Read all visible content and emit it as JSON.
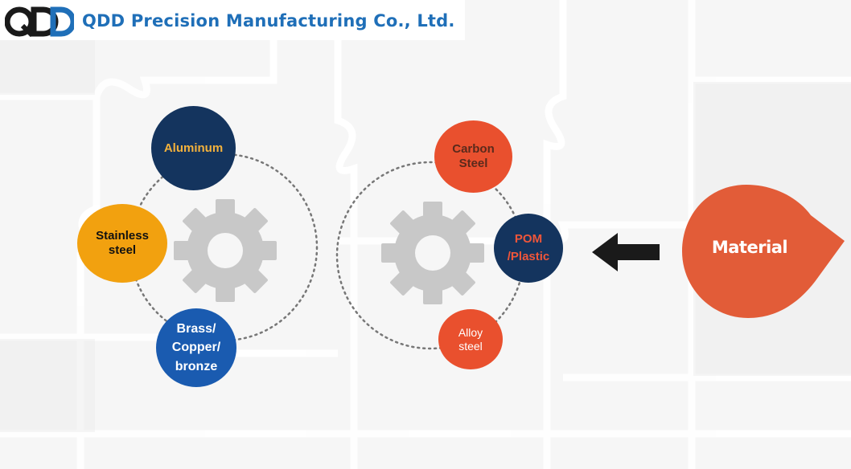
{
  "header": {
    "logo_text": "QDD",
    "company_name": "QDD Precision Manufacturing Co., Ltd."
  },
  "colors": {
    "brand_blue": "#1f6fb8",
    "navy": "#14345e",
    "orange_yellow": "#f2a10f",
    "royal_blue": "#1a5bb0",
    "red_orange": "#e9502e",
    "material_orange": "#e25c38",
    "gear_gray": "#c8c8c8",
    "arrow": "#1a1a1a",
    "label_yellow": "#f4b23c",
    "label_red": "#f0563a"
  },
  "left_group": {
    "items": [
      {
        "label": "Aluminum"
      },
      {
        "label": "Stainless\nsteel"
      },
      {
        "label": "Brass/\nCopper/\nbronze"
      }
    ]
  },
  "right_group": {
    "items": [
      {
        "label": "Carbon\nSteel"
      },
      {
        "label": "POM\n/Plastic"
      },
      {
        "label": "Alloy\nsteel"
      }
    ]
  },
  "material": {
    "label": "Material"
  },
  "icons": [
    "gear-icon",
    "arrow-left-icon",
    "puzzle-background"
  ]
}
